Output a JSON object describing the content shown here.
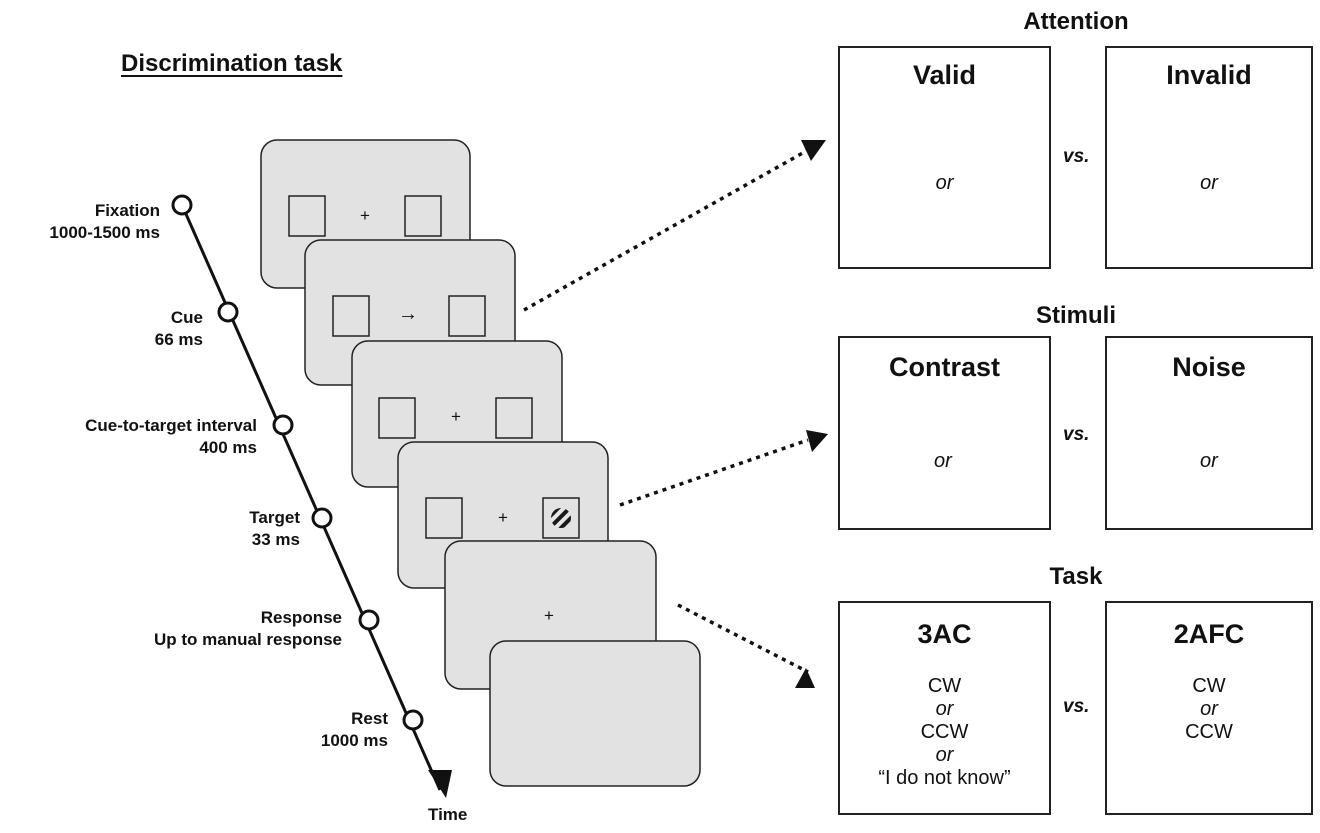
{
  "title": "Discrimination task",
  "timeline": {
    "events": [
      {
        "name": "Fixation",
        "duration": "1000-1500 ms"
      },
      {
        "name": "Cue",
        "duration": "66 ms"
      },
      {
        "name": "Cue-to-target interval",
        "duration": "400 ms"
      },
      {
        "name": "Target",
        "duration": "33 ms"
      },
      {
        "name": "Response",
        "duration": "Up to manual response"
      },
      {
        "name": "Rest",
        "duration": "1000 ms"
      }
    ],
    "axis_label": "Time"
  },
  "screens": {
    "fixation_symbol": "+",
    "cue_symbol": "→"
  },
  "sections": {
    "attention": {
      "heading": "Attention",
      "left_title": "Valid",
      "right_title": "Invalid",
      "or": "or",
      "vs": "vs."
    },
    "stimuli": {
      "heading": "Stimuli",
      "left_title": "Contrast",
      "right_title": "Noise",
      "or": "or",
      "vs": "vs."
    },
    "task": {
      "heading": "Task",
      "left_title": "3AC",
      "left_lines": [
        "CW",
        "or",
        "CCW",
        "or",
        "“I do not know”"
      ],
      "right_title": "2AFC",
      "right_lines": [
        "CW",
        "or",
        "CCW"
      ],
      "vs": "vs."
    }
  }
}
